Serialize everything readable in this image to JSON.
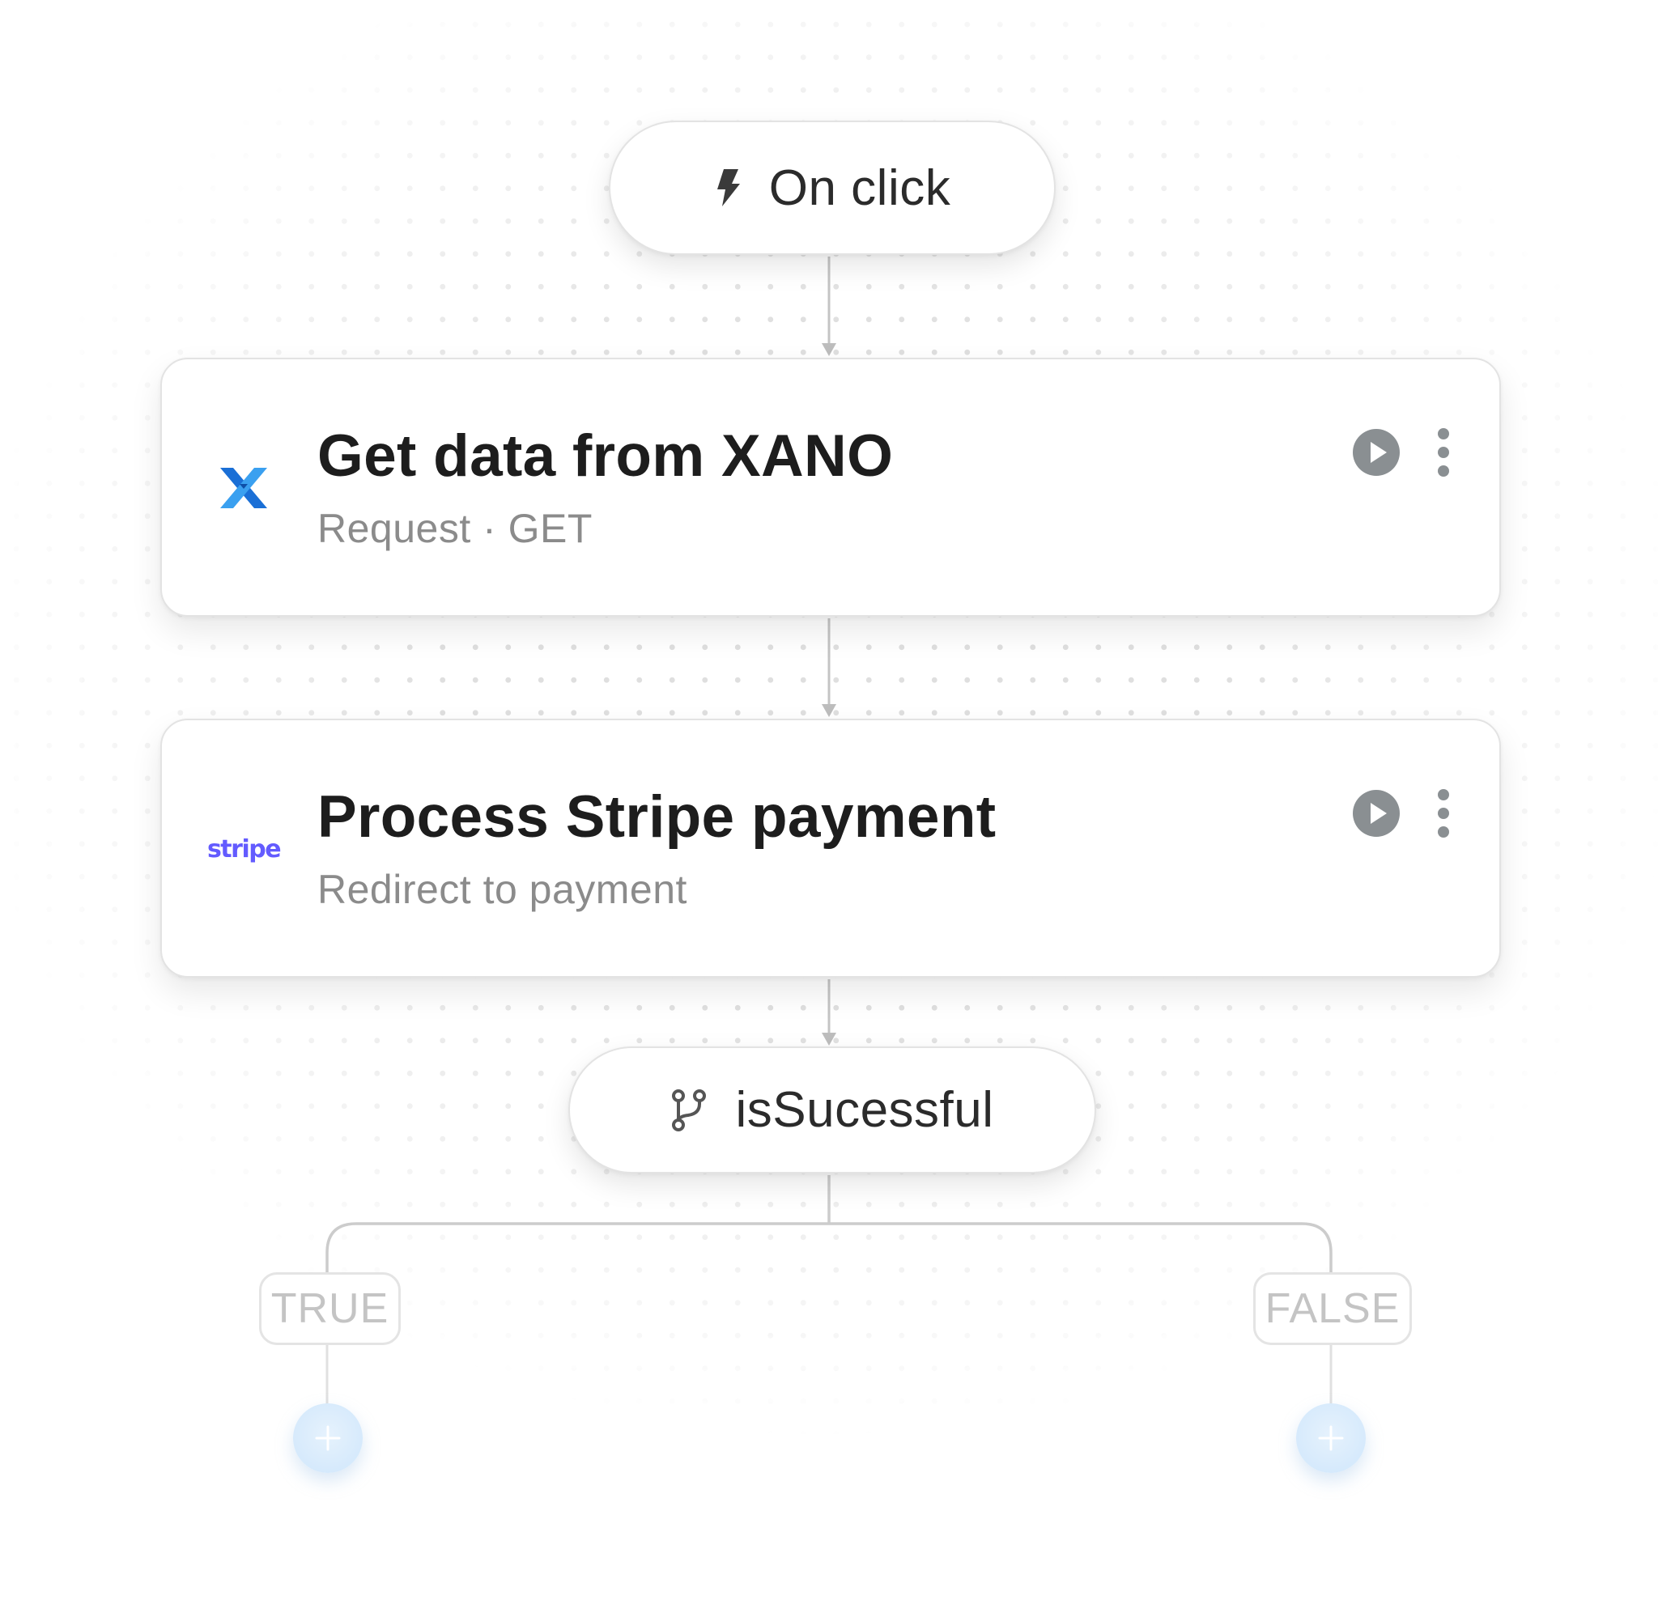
{
  "trigger": {
    "label": "On click",
    "icon": "lightning-icon"
  },
  "steps": [
    {
      "title": "Get data from XANO",
      "subtitle": "Request · GET",
      "logo": "xano-logo",
      "run_icon": "play-icon",
      "more_icon": "more-vertical-icon"
    },
    {
      "title": "Process Stripe payment",
      "subtitle": "Redirect to payment",
      "logo": "stripe-logo",
      "logo_text": "stripe",
      "run_icon": "play-icon",
      "more_icon": "more-vertical-icon"
    }
  ],
  "condition": {
    "label": "isSucessful",
    "icon": "branch-icon"
  },
  "branches": {
    "true_label": "TRUE",
    "false_label": "FALSE",
    "add_icon": "plus-icon"
  },
  "colors": {
    "xano_blue": "#1a6fd6",
    "stripe_purple": "#635bff",
    "icon_gray": "#8a8f92",
    "connector": "#c8c8c8",
    "add_button": "#d6eafc"
  }
}
